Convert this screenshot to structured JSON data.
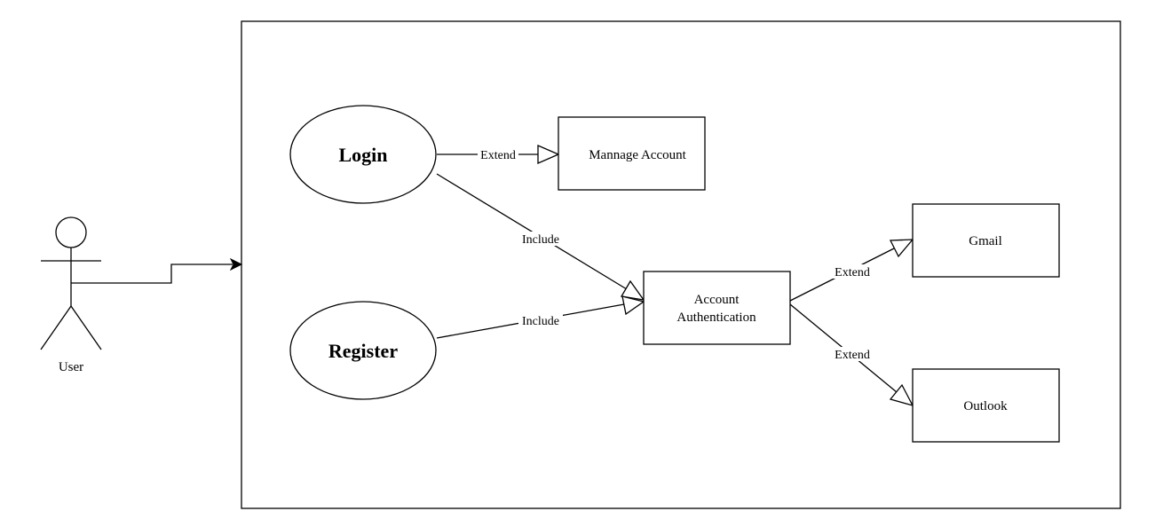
{
  "diagram": {
    "actor": {
      "label": "User"
    },
    "use_cases": [
      {
        "id": "login",
        "label": "Login"
      },
      {
        "id": "register",
        "label": "Register"
      }
    ],
    "boxes": [
      {
        "id": "manage",
        "lines": [
          "Mannage Account"
        ]
      },
      {
        "id": "auth",
        "lines": [
          "Account",
          "Authentication"
        ]
      },
      {
        "id": "gmail",
        "lines": [
          "Gmail"
        ]
      },
      {
        "id": "outlook",
        "lines": [
          "Outlook"
        ]
      }
    ],
    "relations": [
      {
        "id": "login-manage",
        "label": "Extend"
      },
      {
        "id": "login-auth",
        "label": "Include"
      },
      {
        "id": "register-auth",
        "label": "Include"
      },
      {
        "id": "auth-gmail",
        "label": "Extend"
      },
      {
        "id": "auth-outlook",
        "label": "Extend"
      }
    ]
  }
}
